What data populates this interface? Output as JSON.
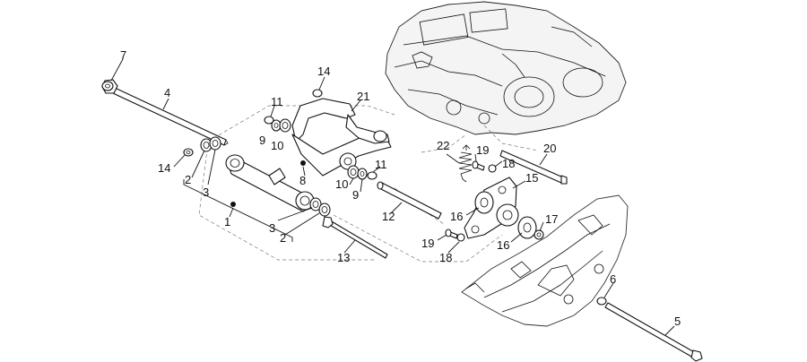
{
  "diagram": {
    "callouts": [
      {
        "id": "c7",
        "label": "7"
      },
      {
        "id": "c4",
        "label": "4"
      },
      {
        "id": "c14a",
        "label": "14"
      },
      {
        "id": "c11a",
        "label": "11"
      },
      {
        "id": "c21",
        "label": "21"
      },
      {
        "id": "c9a",
        "label": "9"
      },
      {
        "id": "c10a",
        "label": "10"
      },
      {
        "id": "c14b",
        "label": "14"
      },
      {
        "id": "c2a",
        "label": "2"
      },
      {
        "id": "c3a",
        "label": "3"
      },
      {
        "id": "c8",
        "label": "8"
      },
      {
        "id": "c11b",
        "label": "11"
      },
      {
        "id": "c10b",
        "label": "10"
      },
      {
        "id": "c9b",
        "label": "9"
      },
      {
        "id": "c22",
        "label": "22"
      },
      {
        "id": "c19a",
        "label": "19"
      },
      {
        "id": "c18a",
        "label": "18"
      },
      {
        "id": "c20",
        "label": "20"
      },
      {
        "id": "c15",
        "label": "15"
      },
      {
        "id": "c1",
        "label": "1"
      },
      {
        "id": "c12",
        "label": "12"
      },
      {
        "id": "c16a",
        "label": "16"
      },
      {
        "id": "c17",
        "label": "17"
      },
      {
        "id": "c3b",
        "label": "3"
      },
      {
        "id": "c2b",
        "label": "2"
      },
      {
        "id": "c19b",
        "label": "19"
      },
      {
        "id": "c16b",
        "label": "16"
      },
      {
        "id": "c18b",
        "label": "18"
      },
      {
        "id": "c13",
        "label": "13"
      },
      {
        "id": "c6",
        "label": "6"
      },
      {
        "id": "c5",
        "label": "5"
      }
    ]
  }
}
